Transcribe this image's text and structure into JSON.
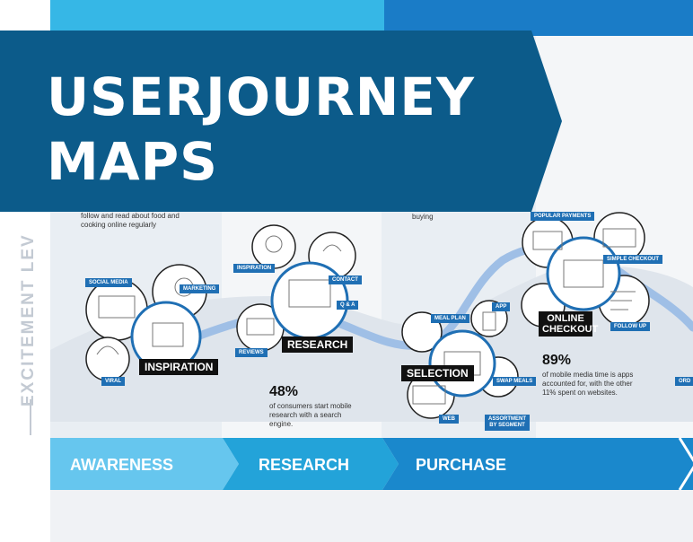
{
  "header": {
    "title": "USERJOURNEY MAPS"
  },
  "axis": {
    "label": "EXCITEMENT LEV"
  },
  "stages": [
    {
      "label": "AWARENESS"
    },
    {
      "label": "RESEARCH"
    },
    {
      "label": "PURCHASE"
    }
  ],
  "texts": {
    "awareness_note": "follow and read about food and cooking online regularly",
    "purchase_note": "buying"
  },
  "stats": {
    "research": {
      "value": "48%",
      "text": "of consumers start mobile research with a search engine."
    },
    "purchase": {
      "value": "89%",
      "text": "of mobile media time is apps accounted for, with the other 11% spent on websites."
    }
  },
  "bubbles": {
    "inspiration": {
      "label": "INSPIRATION",
      "tags": [
        "SOCIAL MEDIA",
        "MARKETING",
        "VIRAL"
      ]
    },
    "research": {
      "label": "RESEARCH",
      "tags": [
        "INSPIRATION",
        "CONTACT",
        "Q & A",
        "REVIEWS"
      ]
    },
    "selection": {
      "label": "SELECTION",
      "tags": [
        "MEAL PLAN",
        "APP",
        "SWAP MEALS",
        "WEB",
        "ASSORTMENT BY SEGMENT"
      ]
    },
    "checkout": {
      "label": "ONLINE CHECKOUT",
      "tags": [
        "POPULAR PAYMENTS",
        "SIMPLE CHECKOUT",
        "FOLLOW UP"
      ]
    },
    "next": {
      "tags": [
        "ORD"
      ]
    }
  },
  "colors": {
    "banner": "#0c5b8a",
    "accent_light": "#36b7e6",
    "accent_dark": "#1a7cc7",
    "tag": "#1f6fb4"
  }
}
